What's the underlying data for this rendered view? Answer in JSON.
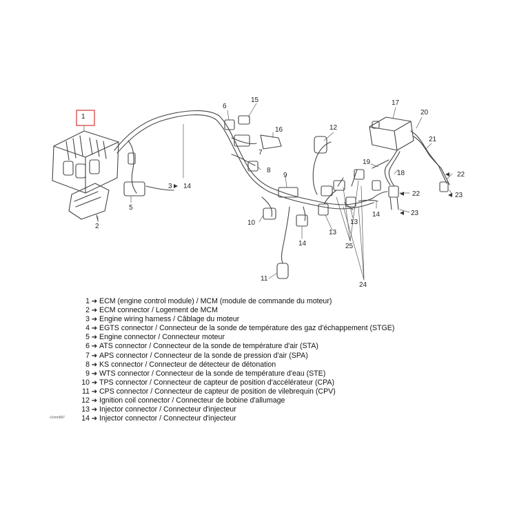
{
  "diagram": {
    "callouts": [
      {
        "id": "c1",
        "text": "1"
      },
      {
        "id": "c2",
        "text": "2"
      },
      {
        "id": "c3",
        "text": "3"
      },
      {
        "id": "c14a",
        "text": "14"
      },
      {
        "id": "c5",
        "text": "5"
      },
      {
        "id": "c6",
        "text": "6"
      },
      {
        "id": "c15",
        "text": "15"
      },
      {
        "id": "c16",
        "text": "16"
      },
      {
        "id": "c7",
        "text": "7"
      },
      {
        "id": "c8",
        "text": "8"
      },
      {
        "id": "c9",
        "text": "9"
      },
      {
        "id": "c10",
        "text": "10"
      },
      {
        "id": "c14b",
        "text": "14"
      },
      {
        "id": "c11",
        "text": "11"
      },
      {
        "id": "c12",
        "text": "12"
      },
      {
        "id": "c13a",
        "text": "13"
      },
      {
        "id": "c13b",
        "text": "13"
      },
      {
        "id": "c25",
        "text": "25"
      },
      {
        "id": "c24",
        "text": "24"
      },
      {
        "id": "c14c",
        "text": "14"
      },
      {
        "id": "c17",
        "text": "17"
      },
      {
        "id": "c20",
        "text": "20"
      },
      {
        "id": "c21",
        "text": "21"
      },
      {
        "id": "c19",
        "text": "19"
      },
      {
        "id": "c18",
        "text": "18"
      },
      {
        "id": "c22a",
        "text": "22"
      },
      {
        "id": "c22b",
        "text": "22"
      },
      {
        "id": "c23a",
        "text": "23"
      },
      {
        "id": "c23b",
        "text": "23"
      }
    ],
    "highlight_color": "#d9534f",
    "line_color": "#444444"
  },
  "legend": [
    {
      "num": "1",
      "text": "ECM (engine control module) / MCM (module de commande du moteur)"
    },
    {
      "num": "2",
      "text": "ECM connector / Logement de MCM"
    },
    {
      "num": "3",
      "text": "Engine wiring harness / Câblage du moteur"
    },
    {
      "num": "4",
      "text": "EGTS connector / Connecteur de la sonde de température des gaz d'échappement (STGE)"
    },
    {
      "num": "5",
      "text": "Engine connector / Connecteur moteur"
    },
    {
      "num": "6",
      "text": "ATS connector / Connecteur de la sonde de température d'air (STA)"
    },
    {
      "num": "7",
      "text": "APS connector / Connecteur de la sonde de pression d'air (SPA)"
    },
    {
      "num": "8",
      "text": "KS connector / Connecteur de détecteur de détonation"
    },
    {
      "num": "9",
      "text": "WTS connector / Connecteur de la sonde de température d'eau (STE)"
    },
    {
      "num": "10",
      "text": "TPS connector / Connecteur de capteur de position d'accélérateur (CPA)"
    },
    {
      "num": "11",
      "text": "CPS connector / Connecteur de capteur de position de vilebrequin (CPV)"
    },
    {
      "num": "12",
      "text": "Ignition coil connector / Connecteur de bobine d'allumage"
    },
    {
      "num": "13",
      "text": "Injector connector / Connecteur d'injecteur"
    },
    {
      "num": "14",
      "text": "Injector connector / Connecteur d'injecteur"
    }
  ],
  "legend_arrow": "➔",
  "reference_code": "v1mm687"
}
